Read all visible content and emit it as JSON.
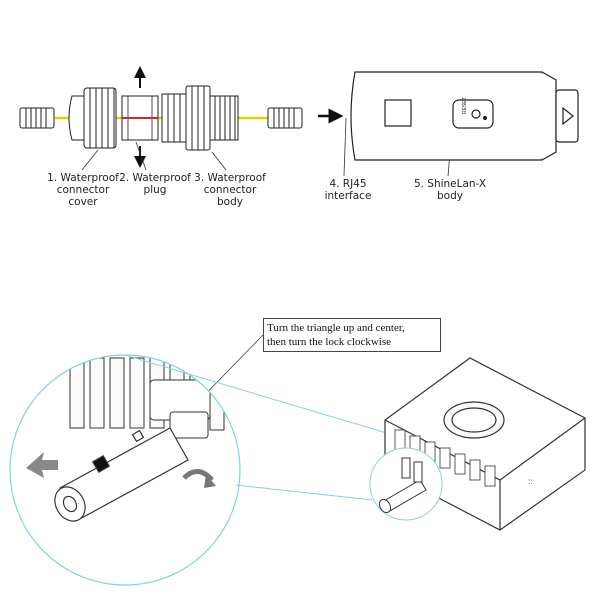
{
  "labels": {
    "cover": [
      "1. Waterproof",
      "connector",
      "cover"
    ],
    "plug": [
      "2. Waterproof",
      "plug"
    ],
    "body": [
      "3. Waterproof",
      "connector",
      "body"
    ],
    "rj45": [
      "4. RJ45",
      "interface"
    ],
    "shinelan": [
      "5. ShineLan-X",
      "body"
    ]
  },
  "callout": {
    "line1": "Turn the triangle up and center,",
    "line2": "then turn the lock clockwise"
  },
  "device_button_text": "RESET"
}
